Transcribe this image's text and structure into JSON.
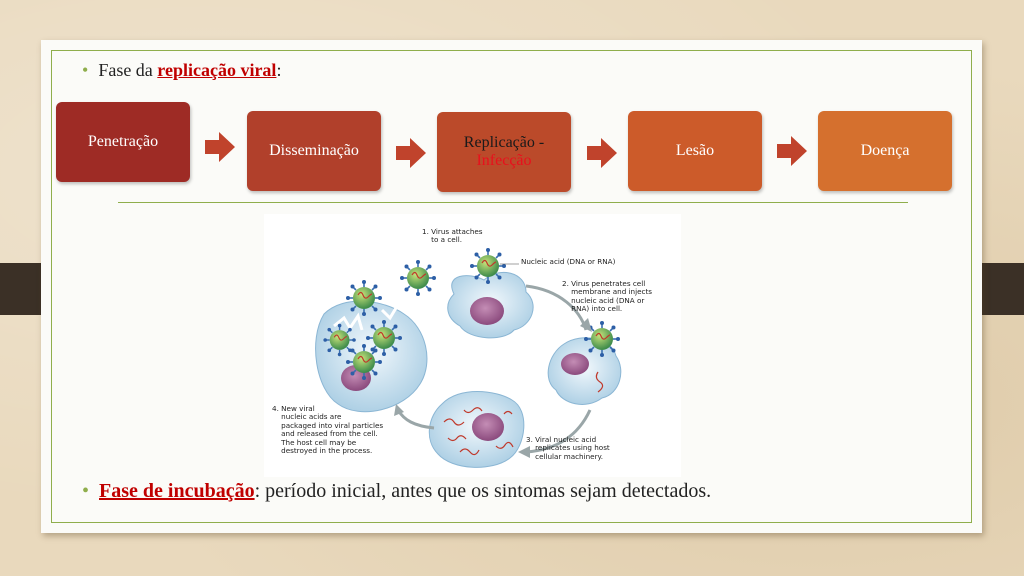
{
  "heading": {
    "prefix": "Fase da ",
    "emphasis": "replicação viral",
    "suffix": ":"
  },
  "flow": {
    "steps": [
      {
        "line1": "Penetração",
        "line2": "",
        "color": "#9e2b25"
      },
      {
        "line1": "Disseminação",
        "line2": "",
        "color": "#b1402b"
      },
      {
        "line1": "Replicação -",
        "line2": "Infecção",
        "color": "#bb4a2a"
      },
      {
        "line1": "Lesão",
        "line2": "",
        "color": "#cc5b2a"
      },
      {
        "line1": "Doença",
        "line2": "",
        "color": "#d5702e"
      }
    ],
    "arrow_color": "#c0432c"
  },
  "figure": {
    "labels": {
      "l1": "1. Virus attaches\n    to a cell.",
      "l1b": "Nucleic acid (DNA or RNA)",
      "l2": "2. Virus penetrates cell\n    membrane and injects\n    nucleic acid (DNA or\n    RNA) into cell.",
      "l3": "3. Viral nucleic acid\n    replicates using host\n    cellular machinery.",
      "l4": "4. New viral\n    nucleic acids are\n    packaged into viral particles\n    and released from the cell.\n    The host cell may be\n    destroyed in the process."
    }
  },
  "footer": {
    "emphasis": "Fase de incubação",
    "text": ": período inicial, antes que os sintomas sejam detectados."
  },
  "colors": {
    "accent_green": "#8fae4c",
    "emphasis_red": "#c00000",
    "tab_dark": "#3b3026"
  }
}
